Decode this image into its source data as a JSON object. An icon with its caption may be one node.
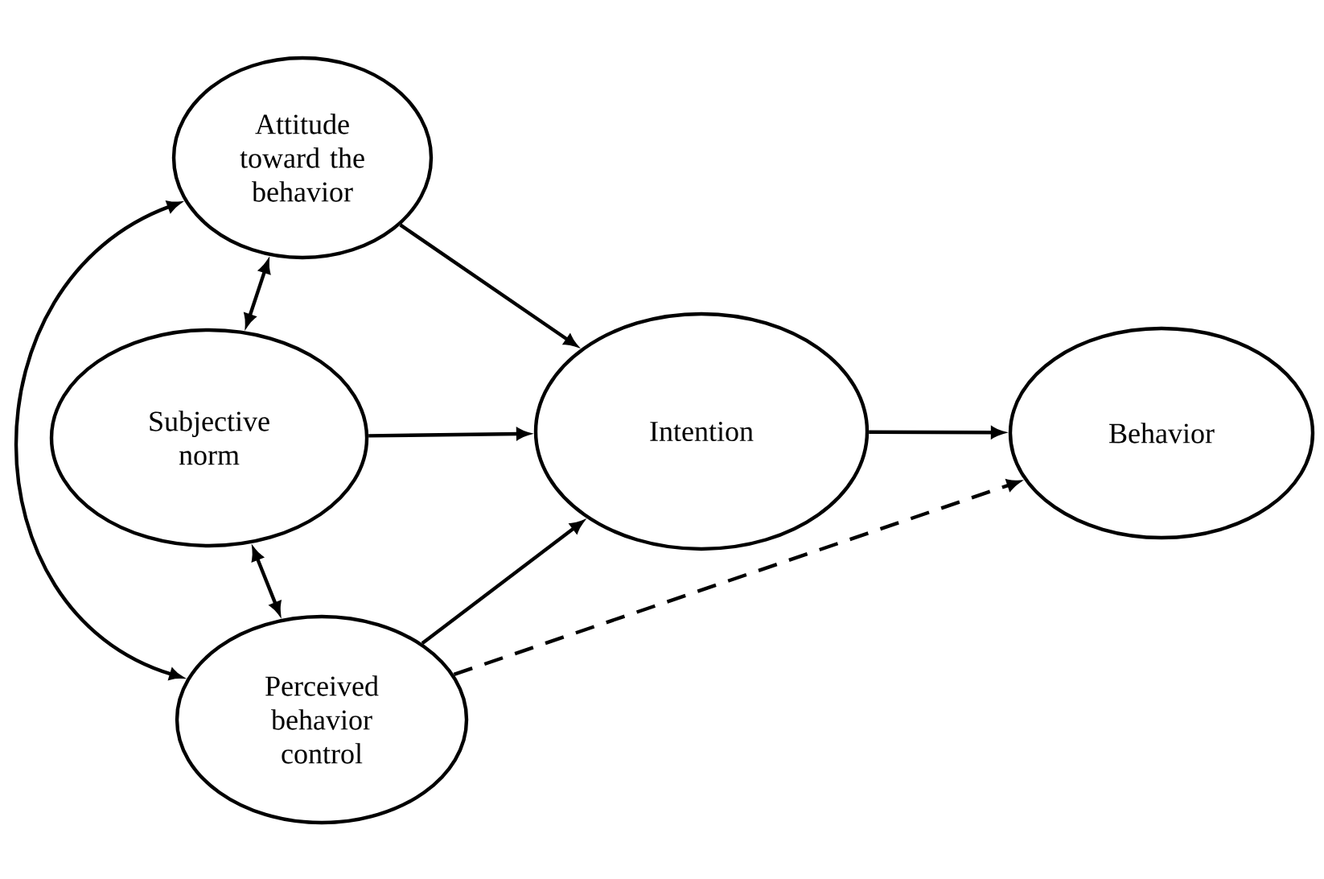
{
  "diagram": {
    "nodes": [
      {
        "text": [
          "Attitude toward the behavior"
        ]
      },
      {
        "text": [
          "Subjective norm"
        ]
      },
      {
        "text": [
          "Perceived behavior control"
        ]
      },
      {
        "text": [
          "Intention"
        ]
      },
      {
        "text": [
          "Behavior"
        ]
      }
    ],
    "edges": [
      {
        "from": 0,
        "to": 3,
        "arrow": "to"
      },
      {
        "from": 1,
        "to": 3,
        "arrow": "to"
      },
      {
        "from": 2,
        "to": 3,
        "arrow": "to"
      },
      {
        "from": 3,
        "to": 4,
        "arrow": "to"
      },
      {
        "from": 2,
        "to": 4,
        "arrow": "to",
        "style": "dashed"
      },
      {
        "from": 0,
        "to": 1,
        "arrow": "both"
      },
      {
        "from": 1,
        "to": 2,
        "arrow": "both"
      },
      {
        "from": 0,
        "to": 2,
        "arrow": "both"
      }
    ]
  }
}
